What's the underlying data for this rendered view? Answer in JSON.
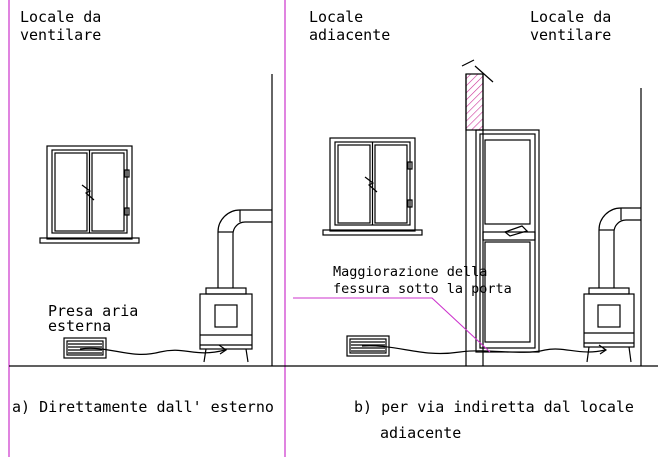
{
  "panel_a": {
    "room_label_1": "Locale da",
    "room_label_2": "ventilare",
    "inlet_label_1": "Presa aria",
    "inlet_label_2": "esterna",
    "caption": "a) Direttamente dall' esterno"
  },
  "panel_b": {
    "left_room_1": "Locale",
    "left_room_2": "adiacente",
    "right_room_1": "Locale  da",
    "right_room_2": "ventilare",
    "gap_label_1": "Maggiorazione della",
    "gap_label_2": "fessura sotto la porta",
    "caption_1": "b) per via indiretta dal locale",
    "caption_2": "adiacente"
  },
  "colors": {
    "frame": "#cc33cc",
    "line": "#000000",
    "hatch": "#cc3399"
  }
}
